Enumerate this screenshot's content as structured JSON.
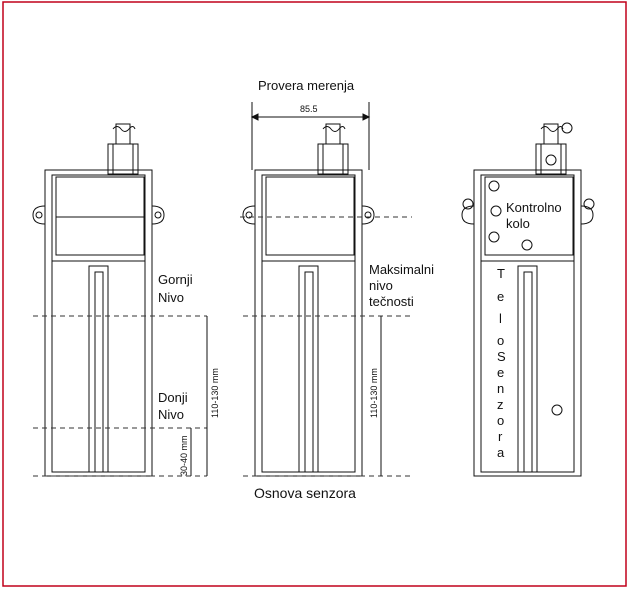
{
  "labels": {
    "gornji": [
      "Gornji",
      "Nivo"
    ],
    "donji": [
      "Donji",
      "Nivo"
    ],
    "dim_110_130": "110-130 mm",
    "dim_30_40": "30-40 mm",
    "provera": "Provera merenja",
    "dim_85_5": "85.5",
    "maksimalni": [
      "Maksimalni",
      "nivo",
      "tečnosti"
    ],
    "osnova": "Osnova senzora",
    "kontrolno": [
      "Kontrolno",
      "kolo"
    ],
    "telo_letters": [
      "T",
      "e",
      "l",
      "o"
    ],
    "senzora_letters": [
      "S",
      "e",
      "n",
      "z",
      "o",
      "r",
      "a"
    ]
  },
  "colors": {
    "border": "#c0001a",
    "line": "#111111",
    "dashed": "#333333"
  },
  "icons": [
    "terminal-icon",
    "mounting-ear-icon",
    "component-circle-icon"
  ]
}
